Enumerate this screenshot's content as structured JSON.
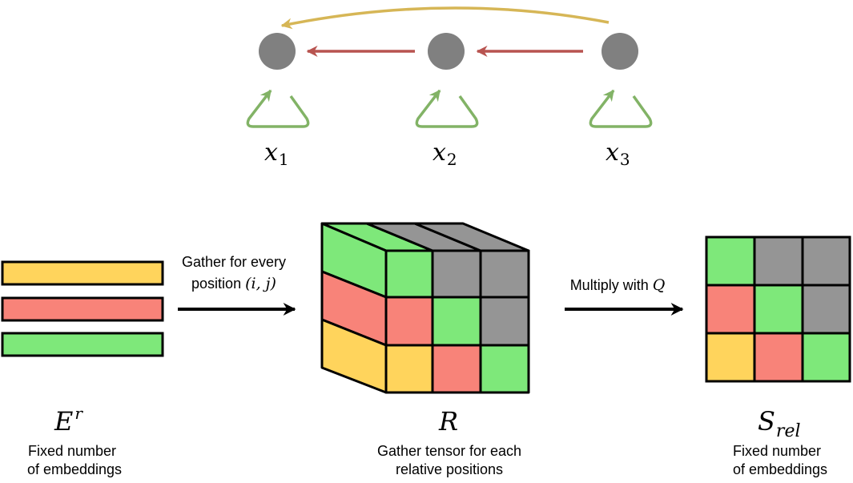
{
  "graph": {
    "nodes": [
      {
        "label": "x",
        "sub": "1"
      },
      {
        "label": "x",
        "sub": "2"
      },
      {
        "label": "x",
        "sub": "3"
      }
    ],
    "colors": {
      "node": "#808080",
      "self_loop": "#82b366",
      "adjacent_edge": "#b85450",
      "skip_edge": "#d6b656"
    }
  },
  "left_panel": {
    "symbol": "E",
    "superscript": "r",
    "caption_line1": "Fixed number",
    "caption_line2": "of embeddings",
    "bar_colors": [
      "#ffd45c",
      "#f88379",
      "#7ee87a"
    ]
  },
  "arrow1": {
    "line1": "Gather for every",
    "line2_text": "position ",
    "line2_math": "(i, j)"
  },
  "middle_panel": {
    "symbol": "R",
    "caption_line1": "Gather tensor for each",
    "caption_line2": "relative positions"
  },
  "arrow2": {
    "text": "Multiply with ",
    "math": "Q"
  },
  "right_panel": {
    "symbol": "S",
    "subscript": "rel",
    "caption_line1": "Fixed number",
    "caption_line2": "of embeddings"
  },
  "cell_colors": {
    "green": "#7ee87a",
    "grey": "#959595",
    "red": "#f88379",
    "yellow": "#ffd45c"
  }
}
